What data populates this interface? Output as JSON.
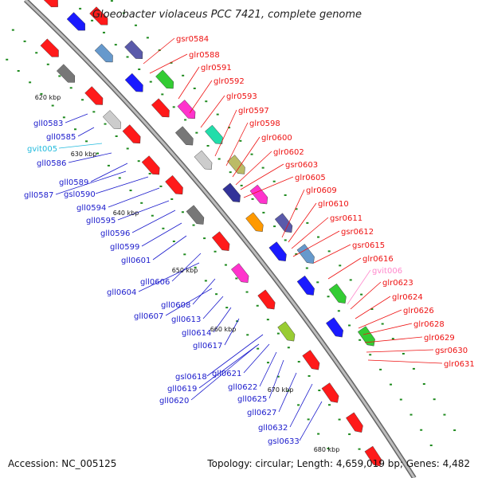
{
  "title": "Gloeobacter violaceus PCC 7421, complete genome",
  "footer": {
    "accession": "Accession: NC_005125",
    "summary": "Topology: circular; Length: 4,659,019 bp; Genes: 4,482"
  },
  "colors": {
    "backbone": "#8a8a8a",
    "left_labels": "#1a1acc",
    "right_labels": "#ee1111",
    "rna_left": "#22bbdd",
    "rna_right": "#ff88cc",
    "ticks": "#1e8a1e"
  },
  "ticks": [
    "620 kbp",
    "630 kbp",
    "640 kbp",
    "650 kbp",
    "660 kbp",
    "670 kbp",
    "680 kbp"
  ],
  "left_genes": [
    "gll0583",
    "gll0585",
    "gvit005",
    "gll0586",
    "gll0589",
    "gll0587",
    "gsl0590",
    "gll0594",
    "gll0595",
    "gll0596",
    "gll0599",
    "gll0601",
    "gll0606",
    "gll0604",
    "gll0608",
    "gll0607",
    "gll0613",
    "gll0614",
    "gll0617",
    "gsl0618",
    "gll0621",
    "gll0619",
    "gll0622",
    "gll0620",
    "gll0625",
    "gll0627",
    "gll0632",
    "gsl0633"
  ],
  "right_genes": [
    "gsr0584",
    "glr0588",
    "glr0591",
    "glr0592",
    "glr0593",
    "glr0597",
    "glr0598",
    "glr0600",
    "glr0602",
    "gsr0603",
    "glr0605",
    "glr0609",
    "glr0610",
    "gsr0611",
    "gsr0612",
    "gsr0615",
    "glr0616",
    "gvit006",
    "glr0623",
    "glr0624",
    "glr0626",
    "glr0628",
    "glr0629",
    "gsr0630",
    "glr0631"
  ]
}
